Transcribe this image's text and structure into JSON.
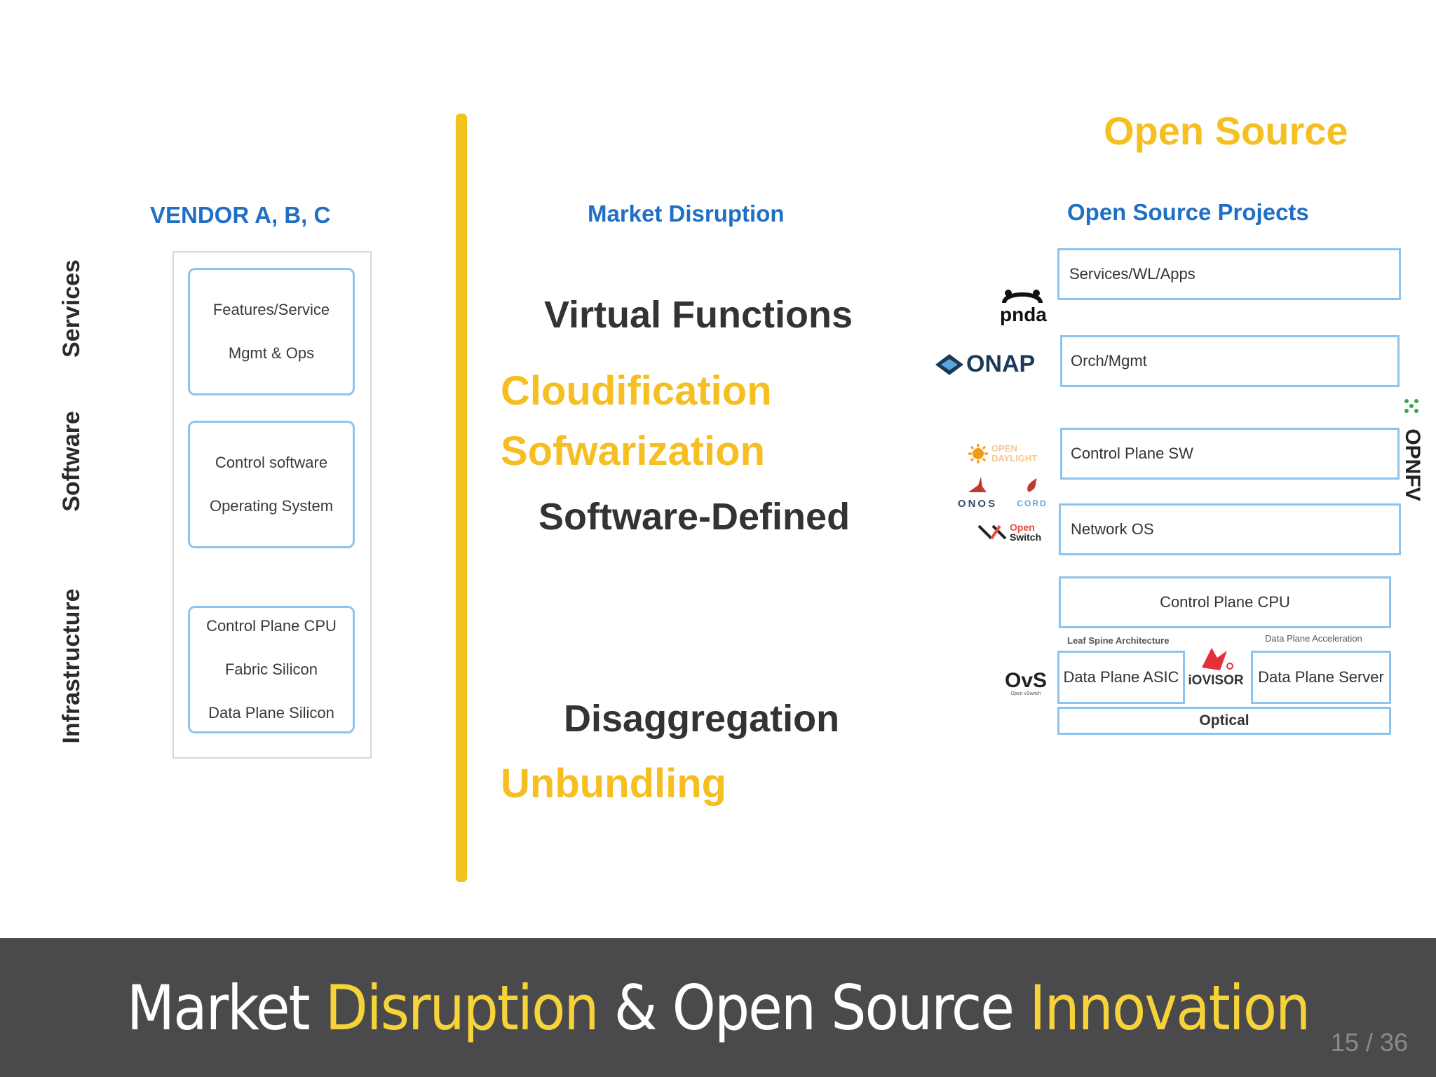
{
  "left": {
    "heading": "VENDOR A, B, C",
    "layers": [
      "Services",
      "Software",
      "Infrastructure"
    ],
    "boxes": [
      {
        "lines": [
          "Features/Service",
          "Mgmt & Ops"
        ]
      },
      {
        "lines": [
          "Control software",
          "Operating System"
        ]
      },
      {
        "lines": [
          "Control Plane CPU",
          "Fabric Silicon",
          "Data Plane Silicon"
        ]
      }
    ]
  },
  "middle": {
    "heading": "Market Disruption",
    "terms": {
      "virtual": "Virtual Functions",
      "cloud": "Cloudification",
      "soft": "Sofwarization",
      "sdn": "Software-Defined",
      "disagg": "Disaggregation",
      "unbundle": "Unbundling"
    }
  },
  "right": {
    "title": "Open Source",
    "heading": "Open Source Projects",
    "boxes": {
      "services": "Services/WL/Apps",
      "orch": "Orch/Mgmt",
      "cpsw": "Control Plane SW",
      "nos": "Network OS",
      "cpcpu": "Control Plane CPU",
      "asic": "Data Plane ASIC",
      "server": "Data Plane Server",
      "optical": "Optical"
    },
    "notes": {
      "leaf": "Leaf Spine Architecture",
      "accel": "Data Plane Acceleration"
    },
    "logos": {
      "pnda": "pnda",
      "onap": "ONAP",
      "opendaylight_line1": "OPEN",
      "opendaylight_line2": "DAYLIGHT",
      "onos": "ONOS",
      "cord": "CORD",
      "openswitch_line1": "Open",
      "openswitch_line2": "Switch",
      "ovs": "OvS",
      "ovs_sub": "Open vSwitch",
      "iovisor": "iOVISOR",
      "opnfv": "OPNFV"
    }
  },
  "footer": {
    "title_part1": "Market ",
    "title_part2": "Disruption",
    "title_part3": " & Open Source ",
    "title_part4": "Innovation",
    "page": "15 / 36"
  },
  "colors": {
    "accent_yellow": "#f5bf22",
    "heading_blue": "#1f6fc4",
    "box_border": "#8cc4f0",
    "footer_bg": "#4a4a4c"
  }
}
